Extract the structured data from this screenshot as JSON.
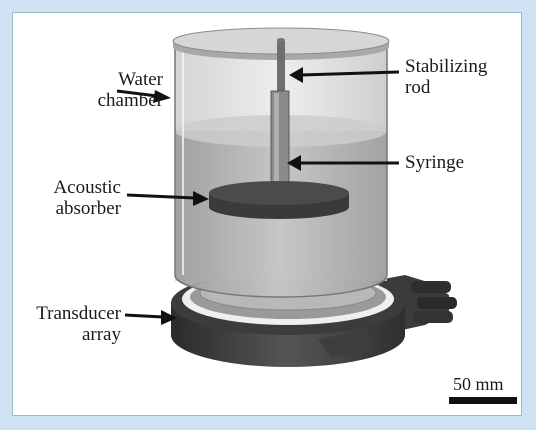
{
  "figure": {
    "labels": {
      "water_chamber": "Water\nchamber",
      "stabilizing_rod": "Stabilizing\nrod",
      "syringe": "Syringe",
      "acoustic_absorber": "Acoustic\nabsorber",
      "transducer_array": "Transducer\narray"
    },
    "scale_bar": "50 mm"
  },
  "colors": {
    "background": "#cfe1f2",
    "panel": "#ffffff",
    "water": "#bdbdbd",
    "chamber_glass": "#dcdcdc",
    "dark_parts": "#3a3a3a"
  }
}
